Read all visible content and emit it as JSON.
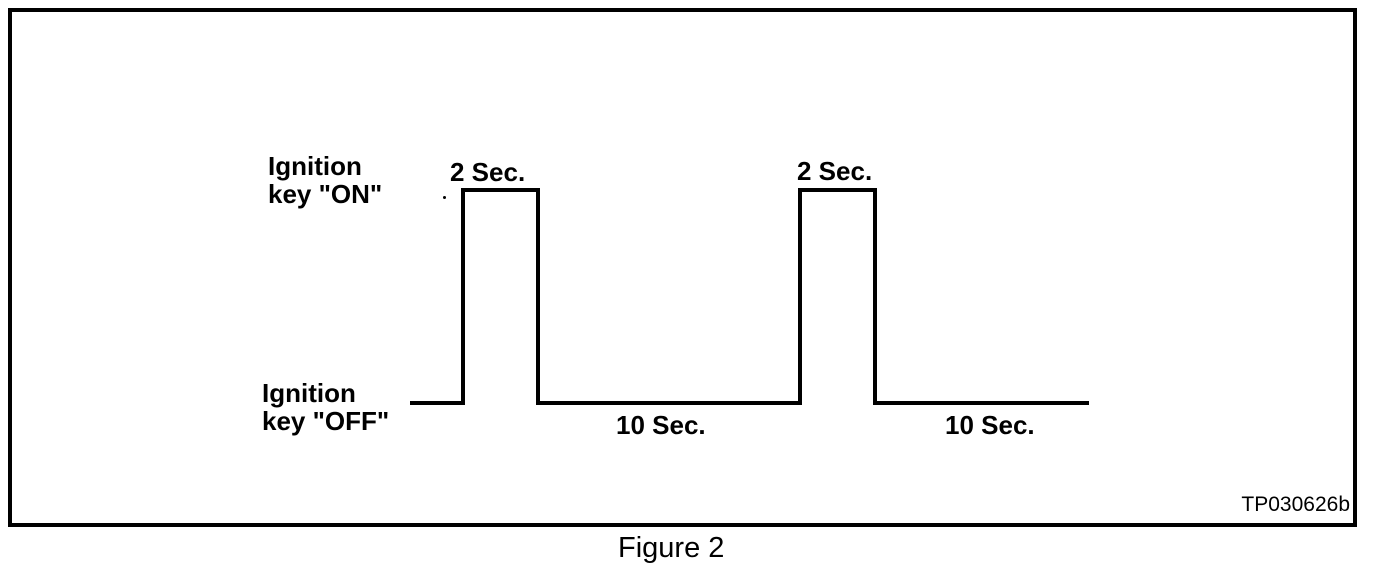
{
  "figure": {
    "caption": "Figure 2",
    "reference_code": "TP030626b"
  },
  "labels": {
    "on_line1": "Ignition",
    "on_line2": "key \"ON\"",
    "off_line1": "Ignition",
    "off_line2": "key \"OFF\"",
    "pulse1_duration": "2 Sec.",
    "pulse2_duration": "2 Sec.",
    "gap1_duration": "10 Sec.",
    "gap2_duration": "10 Sec."
  },
  "colors": {
    "line": "#000000",
    "background": "#ffffff",
    "text": "#000000"
  },
  "chart_data": {
    "type": "line",
    "title": "",
    "description_labels_visible": [
      "Ignition key \"ON\"",
      "Ignition key \"OFF\"",
      "2 Sec.",
      "10 Sec.",
      "2 Sec.",
      "10 Sec."
    ],
    "y_states": [
      "Ignition key \"OFF\"",
      "Ignition key \"ON\""
    ],
    "sequence": [
      {
        "state": "ON",
        "duration_label": "2 Sec.",
        "duration_sec": 2
      },
      {
        "state": "OFF",
        "duration_label": "10 Sec.",
        "duration_sec": 10
      },
      {
        "state": "ON",
        "duration_label": "2 Sec.",
        "duration_sec": 2
      },
      {
        "state": "OFF",
        "duration_label": "10 Sec.",
        "duration_sec": 10
      }
    ]
  }
}
